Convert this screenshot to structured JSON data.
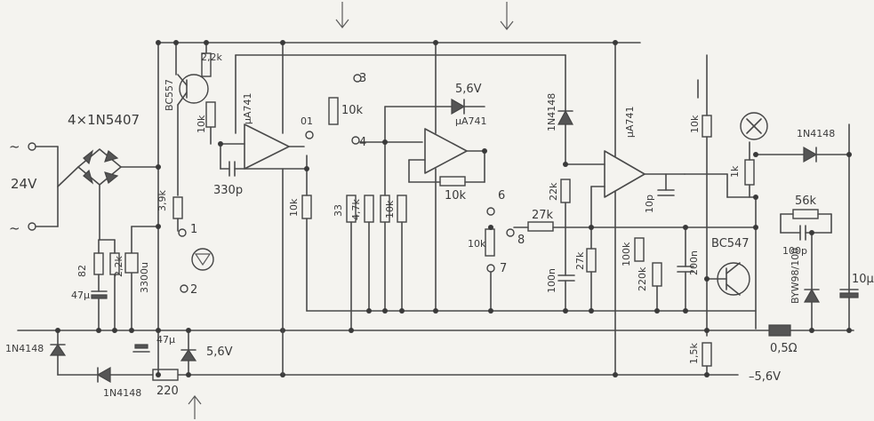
{
  "input_label": "24V",
  "ac_symbol": "~",
  "labels": {
    "bridge": "4×1N5407",
    "bc557": "BC557",
    "r_2k2_top": "2,2k",
    "r_10k_bc557": "10k",
    "opamp1": "µA741",
    "c_330p": "330p",
    "r_3k9": "3,9k",
    "r_82": "82",
    "r_2k2_left": "2,2k",
    "c_3300u": "3300u",
    "c_47u_left": "47µ",
    "c_47u_mid": "47µ",
    "zener_56v_low": "5,6V",
    "diode_1n4148_left": "1N4148",
    "diode_1n4148_bottom": "1N4148",
    "r_220": "220",
    "node_1": "1",
    "node_2": "2",
    "node_01": "01",
    "node_3": "3",
    "node_4": "4",
    "pot_10k_mid": "10k",
    "r_10k_mid": "10k",
    "r_33": "33",
    "r_4k7": "4,7k",
    "r_10k_a": "10k",
    "zener_56v_top": "5,6V",
    "opamp2": "µA741",
    "r_10k_fb": "10k",
    "node_6": "6",
    "node_7": "7",
    "node_8": "8",
    "pot_10k_right": "10k",
    "r_27k": "27k",
    "diode_1n4148_right": "1N4148",
    "r_22k": "22k",
    "c_100n_a": "100n",
    "r_27k_b": "27k",
    "opamp3": "µA741",
    "c_10p": "10p",
    "pot_100k": "100k",
    "r_220k": "220k",
    "c_200n": "200n",
    "r_10k_right": "10k",
    "r_1k": "1k",
    "bc547": "BC547",
    "diode_1n4148_far": "1N4148",
    "r_56k": "56k",
    "c_100p": "100p",
    "bdy": "BYW98/100",
    "c_10u": "10µ",
    "r_1k5": "1,5k",
    "r_05": "0,5Ω",
    "neg_rail": "–5,6V"
  },
  "colors": {
    "ink": "#4a4a4a",
    "paper": "#f4f3ef"
  }
}
